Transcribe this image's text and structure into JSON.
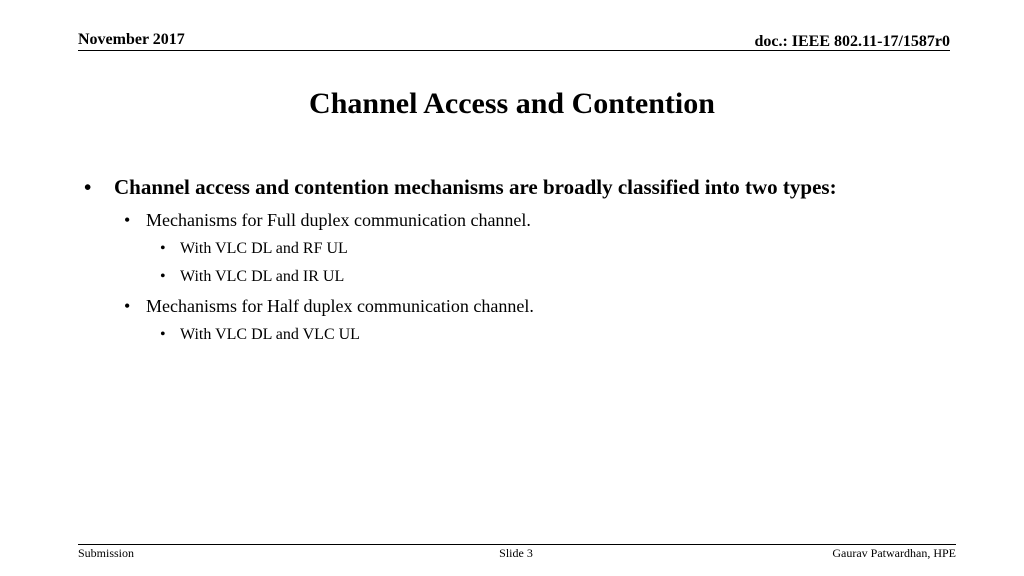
{
  "header": {
    "date": "November 2017",
    "doc": "doc.: IEEE 802.11-17/1587r0"
  },
  "title": "Channel Access and Contention",
  "bullets": {
    "main": "Channel access and contention mechanisms are broadly classified into two types:",
    "full_duplex": {
      "label": "Mechanisms for Full duplex communication channel.",
      "items": [
        "With VLC DL and RF UL",
        "With VLC DL and IR UL"
      ]
    },
    "half_duplex": {
      "label": "Mechanisms for Half duplex communication channel.",
      "items": [
        "With VLC DL and VLC UL"
      ]
    },
    "bullet_glyph": "•"
  },
  "footer": {
    "left": "Submission",
    "center": "Slide 3",
    "right": "Gaurav Patwardhan, HPE"
  }
}
